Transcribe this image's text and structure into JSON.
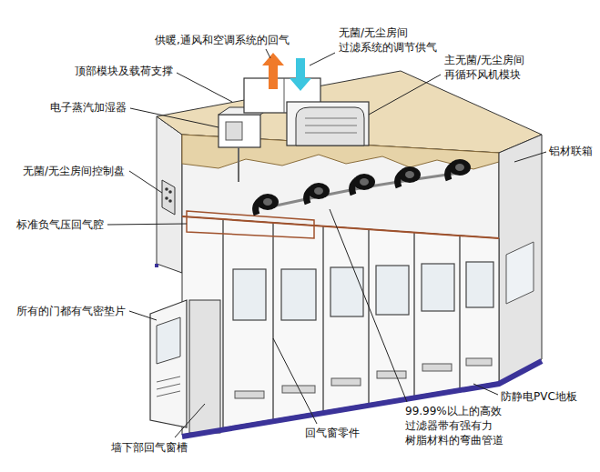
{
  "diagram": {
    "labels": [
      "供暖,通风和空调系统的回气",
      "无菌/无尘房间 过滤系统的调节供气",
      "顶部模块及载荷支撑",
      "主无菌/无尘房间 再循环风机模块",
      "电子蒸汽加湿器",
      "铝材联箱",
      "无菌/无尘房间控制盘",
      "标准负气压回气腔",
      "所有的门都有气密垫片",
      "防静电PVC地板",
      "99.99%以上的高效 过滤器带有强有力 树脂材料的弯曲管道",
      "回气窗零件",
      "墙下部回气窗槽"
    ]
  }
}
